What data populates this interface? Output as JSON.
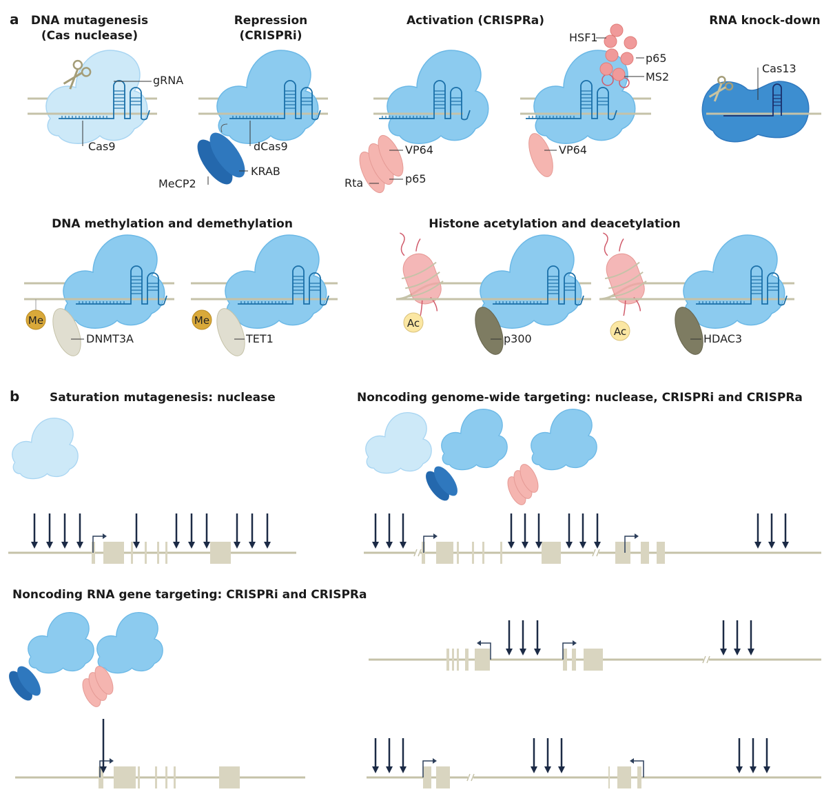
{
  "panel_a": {
    "letter": "a",
    "sections": [
      {
        "title_lines": [
          "DNA mutagenesis",
          "(Cas nuclease)"
        ],
        "labels": [
          "gRNA",
          "Cas9"
        ]
      },
      {
        "title_lines": [
          "Repression",
          "(CRISPRi)"
        ],
        "labels": [
          "dCas9",
          "KRAB",
          "MeCP2"
        ]
      },
      {
        "title_lines": [
          "Activation (CRISPRa)"
        ],
        "labels": [
          "VP64",
          "p65",
          "Rta",
          "HSF1",
          "p65",
          "MS2",
          "VP64"
        ]
      },
      {
        "title_lines": [
          "RNA knock-down"
        ],
        "labels": [
          "Cas13"
        ]
      },
      {
        "title_lines": [
          "DNA methylation and demethylation"
        ],
        "labels": [
          "Me",
          "DNMT3A",
          "Me",
          "TET1"
        ]
      },
      {
        "title_lines": [
          "Histone acetylation and deacetylation"
        ],
        "labels": [
          "Ac",
          "p300",
          "Ac",
          "HDAC3"
        ]
      }
    ]
  },
  "panel_b": {
    "letter": "b",
    "sections": [
      {
        "title": "Saturation mutagenesis: nuclease"
      },
      {
        "title": "Noncoding genome-wide targeting: nuclease, CRISPRi and CRISPRa"
      },
      {
        "title": "Noncoding RNA gene targeting: CRISPRi and CRISPRa"
      }
    ]
  },
  "colors": {
    "cas9_light": "#cde9f8",
    "cas9": "#a8d5f2",
    "cas9_dark": "#6bb8e6",
    "dcas9": "#8ccbef",
    "cas13": "#3d8ed0",
    "krab": "#2468ad",
    "activator": "#f5b5b0",
    "activator_dark": "#e07c78",
    "dna": "#c5c2a8",
    "exon": "#d9d5c0",
    "arrow": "#1b2a45",
    "grna": "#1a6fa8",
    "me": "#d9a93a",
    "ac": "#fbe7a3",
    "dnmt": "#e0ded0",
    "p300": "#7e7c62",
    "histone": "#f2a6a6"
  }
}
